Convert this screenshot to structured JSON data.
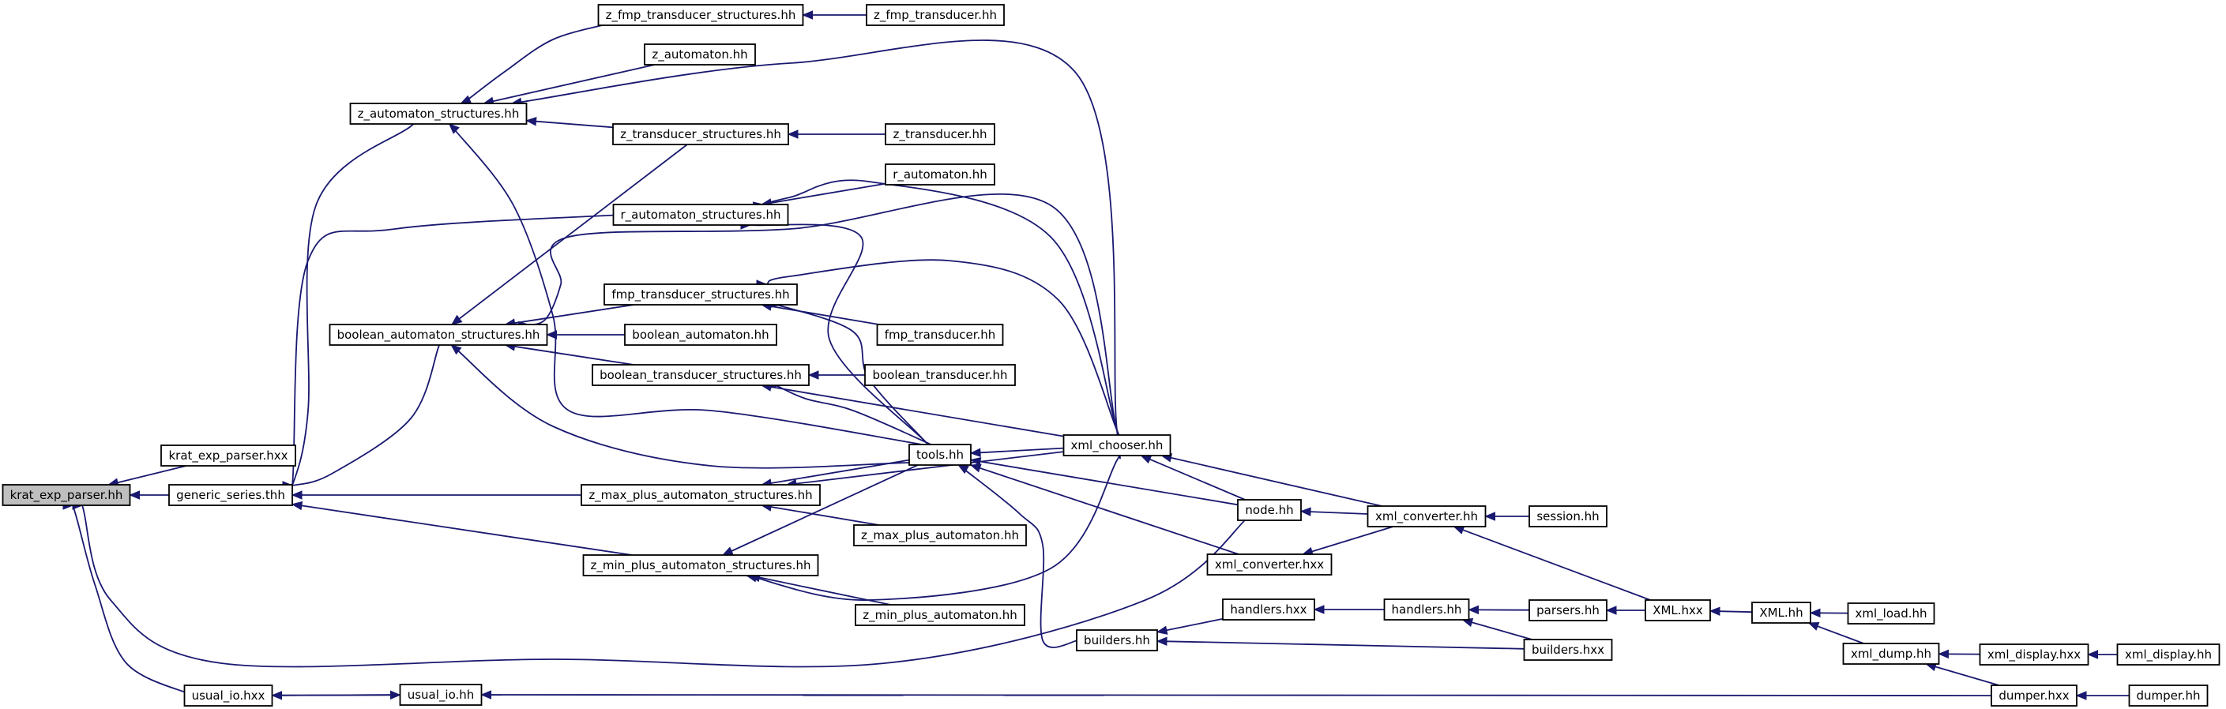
{
  "graph": {
    "nodes": [
      {
        "id": "krat_exp_parser_hh",
        "label": "krat_exp_parser.hh",
        "root": true
      },
      {
        "id": "krat_exp_parser_hxx",
        "label": "krat_exp_parser.hxx"
      },
      {
        "id": "generic_series_thh",
        "label": "generic_series.thh"
      },
      {
        "id": "usual_io_hxx",
        "label": "usual_io.hxx"
      },
      {
        "id": "usual_io_hh",
        "label": "usual_io.hh"
      },
      {
        "id": "z_automaton_structures_hh",
        "label": "z_automaton_structures.hh"
      },
      {
        "id": "z_fmp_transducer_structures_hh",
        "label": "z_fmp_transducer_structures.hh"
      },
      {
        "id": "z_fmp_transducer_hh",
        "label": "z_fmp_transducer.hh"
      },
      {
        "id": "z_automaton_hh",
        "label": "z_automaton.hh"
      },
      {
        "id": "z_transducer_structures_hh",
        "label": "z_transducer_structures.hh"
      },
      {
        "id": "z_transducer_hh",
        "label": "z_transducer.hh"
      },
      {
        "id": "r_automaton_hh",
        "label": "r_automaton.hh"
      },
      {
        "id": "r_automaton_structures_hh",
        "label": "r_automaton_structures.hh"
      },
      {
        "id": "fmp_transducer_structures_hh",
        "label": "fmp_transducer_structures.hh"
      },
      {
        "id": "boolean_automaton_structures_hh",
        "label": "boolean_automaton_structures.hh"
      },
      {
        "id": "boolean_automaton_hh",
        "label": "boolean_automaton.hh"
      },
      {
        "id": "fmp_transducer_hh",
        "label": "fmp_transducer.hh"
      },
      {
        "id": "boolean_transducer_structures_hh",
        "label": "boolean_transducer_structures.hh"
      },
      {
        "id": "boolean_transducer_hh",
        "label": "boolean_transducer.hh"
      },
      {
        "id": "tools_hh",
        "label": "tools.hh"
      },
      {
        "id": "xml_chooser_hh",
        "label": "xml_chooser.hh"
      },
      {
        "id": "z_max_plus_automaton_structures_hh",
        "label": "z_max_plus_automaton_structures.hh"
      },
      {
        "id": "z_max_plus_automaton_hh",
        "label": "z_max_plus_automaton.hh"
      },
      {
        "id": "z_min_plus_automaton_structures_hh",
        "label": "z_min_plus_automaton_structures.hh"
      },
      {
        "id": "z_min_plus_automaton_hh",
        "label": "z_min_plus_automaton.hh"
      },
      {
        "id": "node_hh",
        "label": "node.hh"
      },
      {
        "id": "xml_converter_hh",
        "label": "xml_converter.hh"
      },
      {
        "id": "session_hh",
        "label": "session.hh"
      },
      {
        "id": "xml_converter_hxx",
        "label": "xml_converter.hxx"
      },
      {
        "id": "handlers_hxx",
        "label": "handlers.hxx"
      },
      {
        "id": "handlers_hh",
        "label": "handlers.hh"
      },
      {
        "id": "parsers_hh",
        "label": "parsers.hh"
      },
      {
        "id": "XML_hxx",
        "label": "XML.hxx"
      },
      {
        "id": "XML_hh",
        "label": "XML.hh"
      },
      {
        "id": "xml_load_hh",
        "label": "xml_load.hh"
      },
      {
        "id": "builders_hh",
        "label": "builders.hh"
      },
      {
        "id": "builders_hxx",
        "label": "builders.hxx"
      },
      {
        "id": "xml_dump_hh",
        "label": "xml_dump.hh"
      },
      {
        "id": "xml_display_hxx",
        "label": "xml_display.hxx"
      },
      {
        "id": "xml_display_hh",
        "label": "xml_display.hh"
      },
      {
        "id": "dumper_hxx",
        "label": "dumper.hxx"
      },
      {
        "id": "dumper_hh",
        "label": "dumper.hh"
      }
    ],
    "edges": [
      {
        "from": "krat_exp_parser_hxx",
        "to": "krat_exp_parser_hh"
      },
      {
        "from": "generic_series_thh",
        "to": "krat_exp_parser_hh"
      },
      {
        "from": "usual_io_hxx",
        "to": "krat_exp_parser_hh"
      },
      {
        "from": "node_hh",
        "to": "krat_exp_parser_hh"
      },
      {
        "from": "usual_io_hh",
        "to": "usual_io_hxx"
      },
      {
        "from": "usual_io_hxx",
        "to": "usual_io_hh"
      },
      {
        "from": "dumper_hxx",
        "to": "usual_io_hh"
      },
      {
        "from": "z_automaton_structures_hh",
        "to": "generic_series_thh"
      },
      {
        "from": "r_automaton_structures_hh",
        "to": "generic_series_thh"
      },
      {
        "from": "boolean_automaton_structures_hh",
        "to": "generic_series_thh"
      },
      {
        "from": "z_max_plus_automaton_structures_hh",
        "to": "generic_series_thh"
      },
      {
        "from": "z_min_plus_automaton_structures_hh",
        "to": "generic_series_thh"
      },
      {
        "from": "z_fmp_transducer_structures_hh",
        "to": "z_automaton_structures_hh"
      },
      {
        "from": "z_automaton_hh",
        "to": "z_automaton_structures_hh"
      },
      {
        "from": "z_transducer_structures_hh",
        "to": "z_automaton_structures_hh"
      },
      {
        "from": "xml_chooser_hh",
        "to": "z_automaton_structures_hh"
      },
      {
        "from": "tools_hh",
        "to": "z_automaton_structures_hh"
      },
      {
        "from": "z_fmp_transducer_hh",
        "to": "z_fmp_transducer_structures_hh"
      },
      {
        "from": "z_transducer_hh",
        "to": "z_transducer_structures_hh"
      },
      {
        "from": "r_automaton_hh",
        "to": "r_automaton_structures_hh"
      },
      {
        "from": "xml_chooser_hh",
        "to": "r_automaton_structures_hh"
      },
      {
        "from": "tools_hh",
        "to": "r_automaton_structures_hh"
      },
      {
        "from": "z_transducer_structures_hh",
        "to": "boolean_automaton_structures_hh"
      },
      {
        "from": "fmp_transducer_structures_hh",
        "to": "boolean_automaton_structures_hh"
      },
      {
        "from": "boolean_automaton_hh",
        "to": "boolean_automaton_structures_hh"
      },
      {
        "from": "boolean_transducer_structures_hh",
        "to": "boolean_automaton_structures_hh"
      },
      {
        "from": "xml_chooser_hh",
        "to": "boolean_automaton_structures_hh"
      },
      {
        "from": "tools_hh",
        "to": "boolean_automaton_structures_hh"
      },
      {
        "from": "fmp_transducer_hh",
        "to": "fmp_transducer_structures_hh"
      },
      {
        "from": "xml_chooser_hh",
        "to": "fmp_transducer_structures_hh"
      },
      {
        "from": "tools_hh",
        "to": "fmp_transducer_structures_hh"
      },
      {
        "from": "boolean_transducer_hh",
        "to": "boolean_transducer_structures_hh"
      },
      {
        "from": "xml_chooser_hh",
        "to": "boolean_transducer_structures_hh"
      },
      {
        "from": "tools_hh",
        "to": "boolean_transducer_structures_hh"
      },
      {
        "from": "xml_chooser_hh",
        "to": "z_max_plus_automaton_structures_hh"
      },
      {
        "from": "tools_hh",
        "to": "z_max_plus_automaton_structures_hh"
      },
      {
        "from": "z_max_plus_automaton_hh",
        "to": "z_max_plus_automaton_structures_hh"
      },
      {
        "from": "xml_chooser_hh",
        "to": "z_min_plus_automaton_structures_hh"
      },
      {
        "from": "tools_hh",
        "to": "z_min_plus_automaton_structures_hh"
      },
      {
        "from": "z_min_plus_automaton_hh",
        "to": "z_min_plus_automaton_structures_hh"
      },
      {
        "from": "xml_chooser_hh",
        "to": "tools_hh"
      },
      {
        "from": "node_hh",
        "to": "tools_hh"
      },
      {
        "from": "xml_converter_hxx",
        "to": "tools_hh"
      },
      {
        "from": "builders_hh",
        "to": "tools_hh"
      },
      {
        "from": "node_hh",
        "to": "xml_chooser_hh"
      },
      {
        "from": "xml_converter_hh",
        "to": "xml_chooser_hh"
      },
      {
        "from": "xml_converter_hh",
        "to": "node_hh"
      },
      {
        "from": "session_hh",
        "to": "xml_converter_hh"
      },
      {
        "from": "XML_hxx",
        "to": "xml_converter_hh"
      },
      {
        "from": "xml_converter_hh",
        "to": "xml_converter_hxx"
      },
      {
        "from": "handlers_hxx",
        "to": "builders_hh"
      },
      {
        "from": "builders_hxx",
        "to": "builders_hh"
      },
      {
        "from": "handlers_hh",
        "to": "handlers_hxx"
      },
      {
        "from": "parsers_hh",
        "to": "handlers_hh"
      },
      {
        "from": "builders_hxx",
        "to": "handlers_hh"
      },
      {
        "from": "XML_hxx",
        "to": "parsers_hh"
      },
      {
        "from": "XML_hh",
        "to": "XML_hxx"
      },
      {
        "from": "xml_load_hh",
        "to": "XML_hh"
      },
      {
        "from": "xml_dump_hh",
        "to": "XML_hh"
      },
      {
        "from": "xml_display_hxx",
        "to": "xml_dump_hh"
      },
      {
        "from": "dumper_hxx",
        "to": "xml_dump_hh"
      },
      {
        "from": "xml_display_hh",
        "to": "xml_display_hxx"
      },
      {
        "from": "dumper_hh",
        "to": "dumper_hxx"
      }
    ]
  }
}
